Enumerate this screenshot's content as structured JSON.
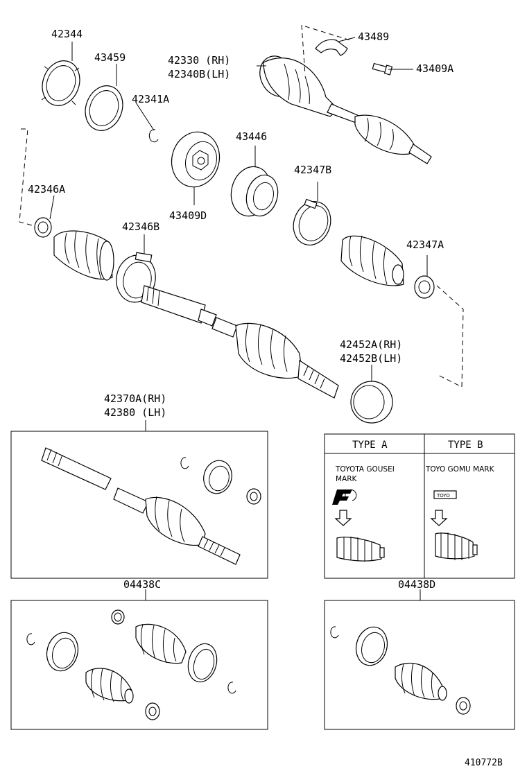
{
  "parts": {
    "p42344": "42344",
    "p43459": "43459",
    "p42341A": "42341A",
    "p42330_rh": "42330 (RH)",
    "p42340B_lh": "42340B(LH)",
    "p43489": "43489",
    "p43409A": "43409A",
    "p43446": "43446",
    "p42346A": "42346A",
    "p43409D": "43409D",
    "p42347B": "42347B",
    "p42346B": "42346B",
    "p42347A": "42347A",
    "p42452A_rh": "42452A(RH)",
    "p42452B_lh": "42452B(LH)",
    "p42370A_rh": "42370A(RH)",
    "p42380_lh": "42380  (LH)",
    "p04438C": "04438C",
    "p04438D": "04438D"
  },
  "type_table": {
    "type_a_header": "TYPE A",
    "type_b_header": "TYPE B",
    "type_a_mark_line1": "TOYOTA GOUSEI",
    "type_a_mark_line2": "MARK",
    "type_b_mark": "TOYO GOMU MARK",
    "type_b_logo_text": "TOYO"
  },
  "figure_id": "410772B"
}
